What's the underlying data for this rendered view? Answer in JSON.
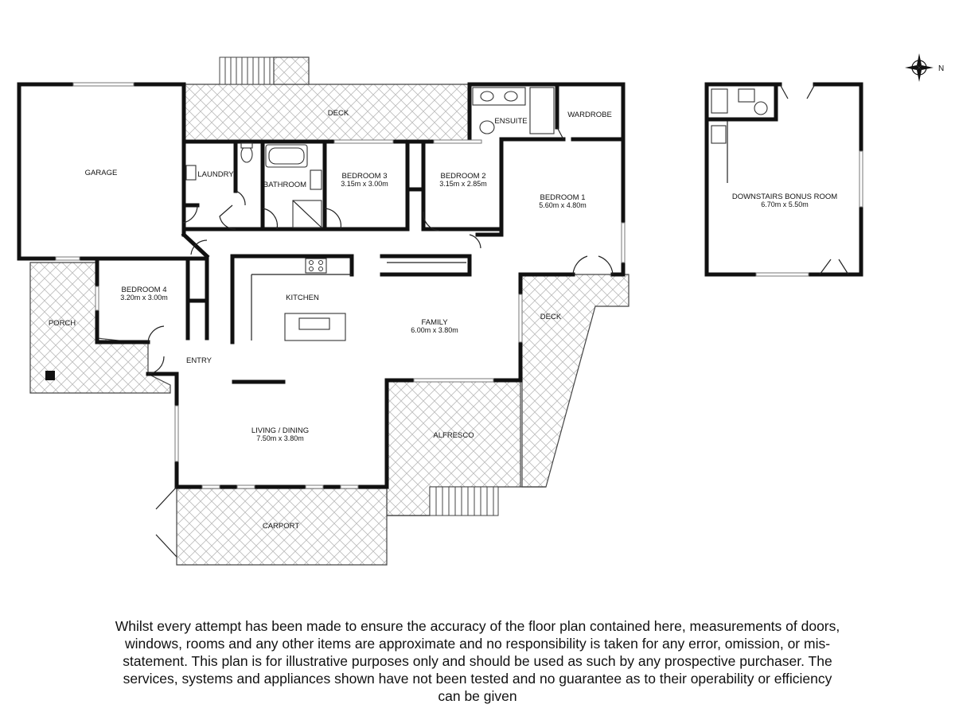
{
  "rooms": {
    "deck_top": {
      "name": "DECK"
    },
    "ensuite": {
      "name": "ENSUITE"
    },
    "wardrobe": {
      "name": "WARDROBE"
    },
    "garage": {
      "name": "GARAGE"
    },
    "laundry": {
      "name": "LAUNDRY"
    },
    "bathroom": {
      "name": "BATHROOM"
    },
    "bedroom3": {
      "name": "BEDROOM 3",
      "size": "3.15m x 3.00m"
    },
    "bedroom2": {
      "name": "BEDROOM 2",
      "size": "3.15m x 2.85m"
    },
    "bedroom1": {
      "name": "BEDROOM 1",
      "size": "5.60m x 4.80m"
    },
    "bedroom4": {
      "name": "BEDROOM 4",
      "size": "3.20m x 3.00m"
    },
    "porch": {
      "name": "PORCH"
    },
    "kitchen": {
      "name": "KITCHEN"
    },
    "family": {
      "name": "FAMILY",
      "size": "6.00m x 3.80m"
    },
    "deck_right": {
      "name": "DECK"
    },
    "entry": {
      "name": "ENTRY"
    },
    "living": {
      "name": "LIVING  /  DINING",
      "size": "7.50m x 3.80m"
    },
    "alfresco": {
      "name": "ALFRESCO"
    },
    "carport": {
      "name": "CARPORT"
    },
    "bonus": {
      "name": "DOWNSTAIRS BONUS ROOM",
      "size": "6.70m x 5.50m"
    }
  },
  "compass": {
    "letter": "N"
  },
  "disclaimer": "Whilst every attempt has been made to ensure the accuracy of the floor plan contained here, measurements of doors, windows, rooms and any other items are approximate and no responsibility is taken for any error, omission, or mis-statement. This plan is for illustrative purposes only and should be used as such by any prospective purchaser. The services, systems and appliances shown have not been tested and no guarantee as to their operability or efficiency can be given"
}
